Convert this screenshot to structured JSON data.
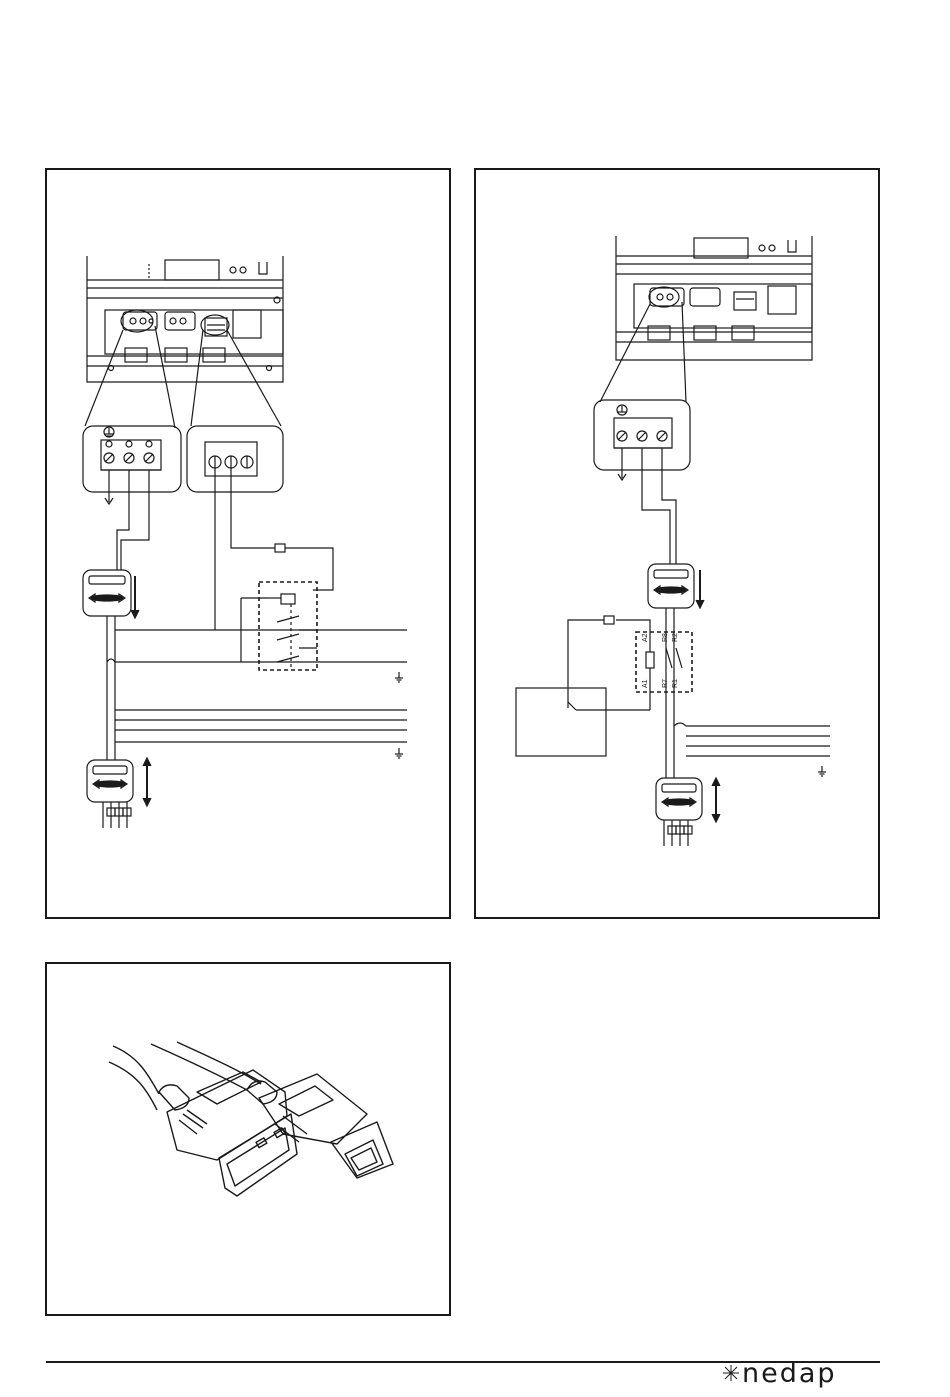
{
  "page": {
    "panels": [
      "wiring-diagram-left",
      "wiring-diagram-right",
      "usb-cable-illustration"
    ]
  },
  "wiring_left": {
    "components": [
      "control-board",
      "earth-terminal-block",
      "relay-terminal-block",
      "cable-clamp-top",
      "relay-unit",
      "cable-clamp-bottom"
    ]
  },
  "wiring_right": {
    "relay_labels": {
      "a2": "A2",
      "r8": "R8",
      "r2": "R2",
      "a1": "A1",
      "r7": "R7",
      "r1": "R1"
    }
  },
  "usb": {
    "connectors": [
      "usb-type-a-plug",
      "usb-type-b-plug"
    ]
  },
  "footer": {
    "brand": "nedap"
  }
}
